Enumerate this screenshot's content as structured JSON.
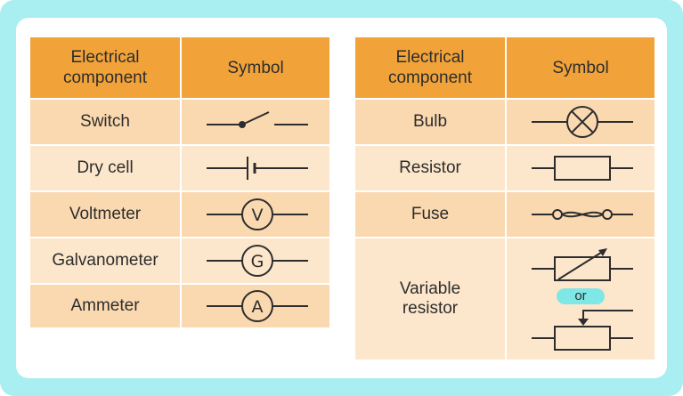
{
  "headers": {
    "component": "Electrical component",
    "symbol": "Symbol"
  },
  "left_table": [
    {
      "component": "Switch",
      "symbol_icon": "switch-symbol-icon"
    },
    {
      "component": "Dry cell",
      "symbol_icon": "dry-cell-symbol-icon"
    },
    {
      "component": "Voltmeter",
      "symbol_icon": "voltmeter-symbol-icon",
      "letter": "V"
    },
    {
      "component": "Galvanometer",
      "symbol_icon": "galvanometer-symbol-icon",
      "letter": "G"
    },
    {
      "component": "Ammeter",
      "symbol_icon": "ammeter-symbol-icon",
      "letter": "A"
    }
  ],
  "right_table": [
    {
      "component": "Bulb",
      "symbol_icon": "bulb-symbol-icon"
    },
    {
      "component": "Resistor",
      "symbol_icon": "resistor-symbol-icon"
    },
    {
      "component": "Fuse",
      "symbol_icon": "fuse-symbol-icon"
    },
    {
      "component": "Variable resistor",
      "symbol_icon": "variable-resistor-symbol-icon",
      "or_label": "or"
    }
  ],
  "colors": {
    "frame": "#a9eef0",
    "header": "#f1a33a",
    "row_dark": "#fbd9b0",
    "row_light": "#fde7cc",
    "or_pill": "#7fe7e6",
    "line": "#2d2d2d"
  }
}
